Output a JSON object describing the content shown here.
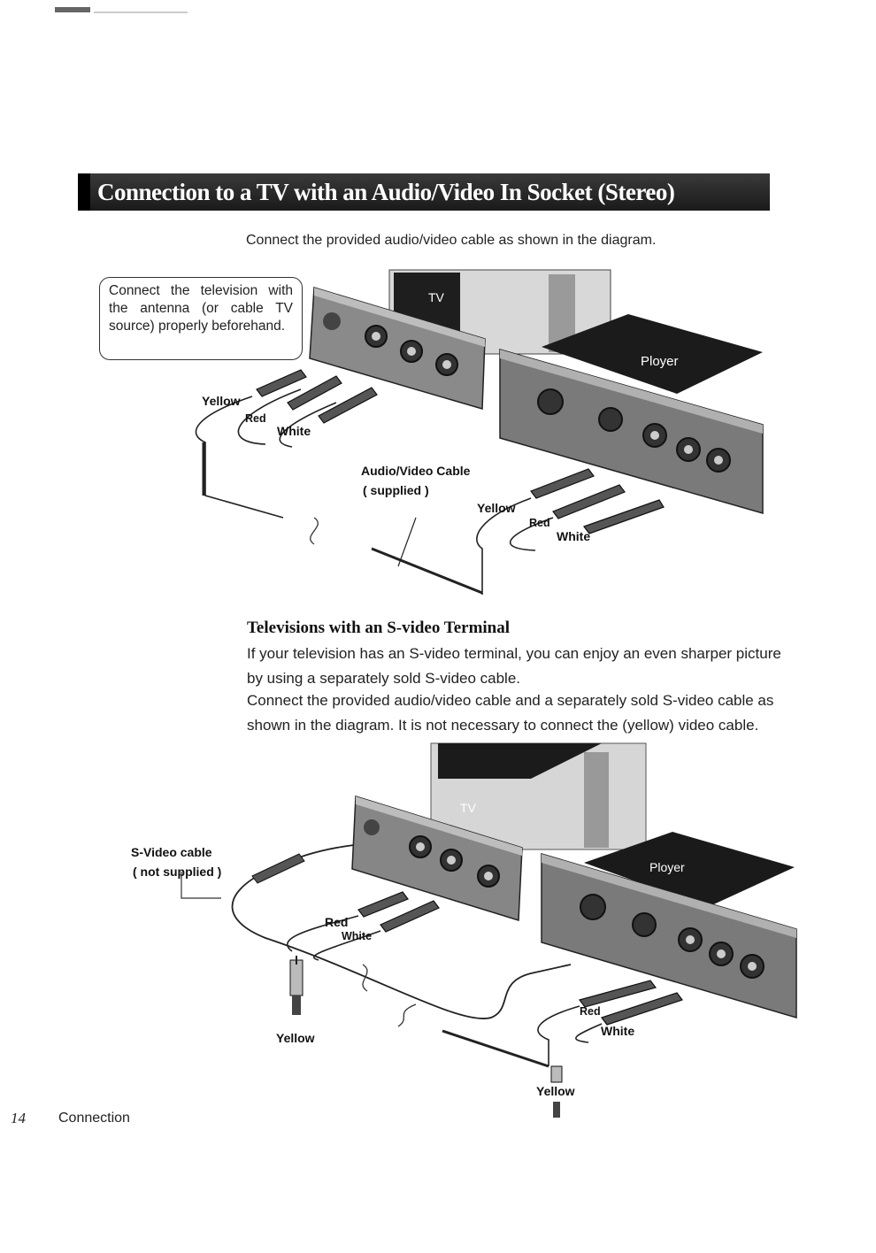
{
  "header": {
    "title": "Connection to a TV with an Audio/Video In Socket (Stereo)"
  },
  "intro": "Connect the provided audio/video cable as shown in the diagram.",
  "diagram1": {
    "callout": "Connect the television with the antenna (or cable TV source) properly beforehand.",
    "tv_label": "TV",
    "player_label": "Ployer",
    "tv_side": {
      "yellow": "Yellow",
      "red": "Red",
      "white": "White"
    },
    "cable_label_1": "Audio/Video Cable",
    "cable_label_2": "( supplied )",
    "player_side": {
      "yellow": "Yellow",
      "red": "Red",
      "white": "White"
    }
  },
  "section2": {
    "heading": "Televisions with an S-video Terminal",
    "para1": "If your television has an S-video terminal, you can enjoy an even sharper picture by using a separately sold S-video cable.",
    "para2": "Connect the provided audio/video cable and a separately sold S-video cable as shown in the diagram. It is not necessary to connect the (yellow) video cable."
  },
  "diagram2": {
    "tv_label": "TV",
    "player_label": "Ployer",
    "svideo_label_1": "S-Video cable",
    "svideo_label_2": "( not supplied )",
    "tv_side": {
      "red": "Red",
      "white": "White",
      "yellow": "Yellow"
    },
    "player_side": {
      "red": "Red",
      "white": "White",
      "yellow": "Yellow"
    }
  },
  "footer": {
    "page_number": "14",
    "section": "Connection"
  }
}
